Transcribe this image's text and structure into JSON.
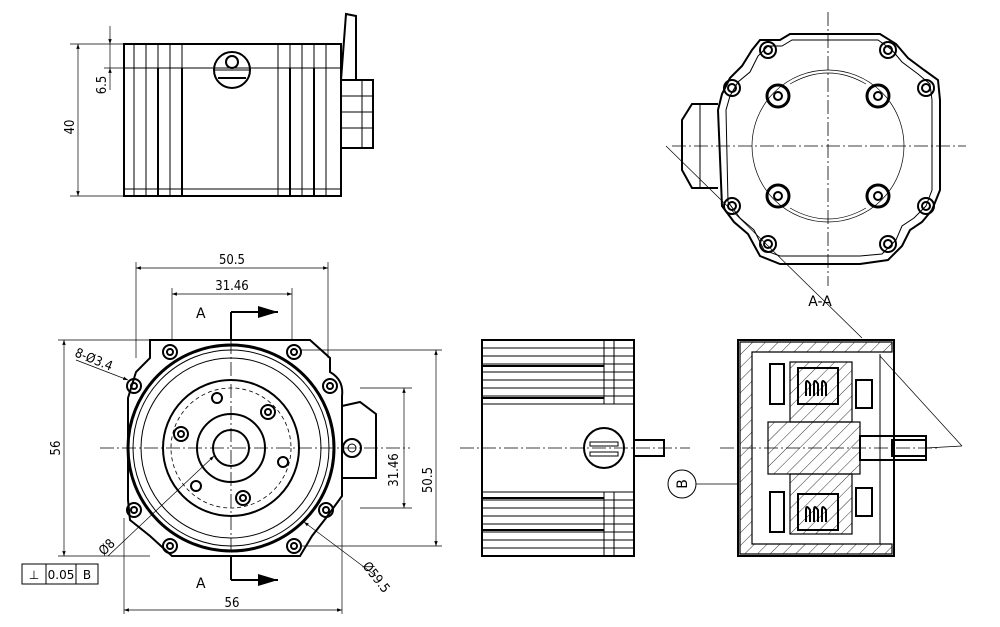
{
  "colors": {
    "line": "#000000",
    "background": "#ffffff"
  },
  "dimensions": {
    "top_height": "40",
    "top_groove": "6.5",
    "front_width": "50.5",
    "front_inner": "31.46",
    "front_height": "56",
    "holes": "8-Ø3.4",
    "shaft_dia": "Ø8",
    "pilot_dia": "Ø59.5",
    "side_inner": "31.46",
    "side_outer": "50.5",
    "bottom_width": "56"
  },
  "labels": {
    "section_top": "A",
    "section_bottom": "A",
    "section_view": "A-A",
    "datum": "B"
  },
  "tolerance": {
    "symbol": "⊥",
    "value": "0.05",
    "datum": "B"
  }
}
